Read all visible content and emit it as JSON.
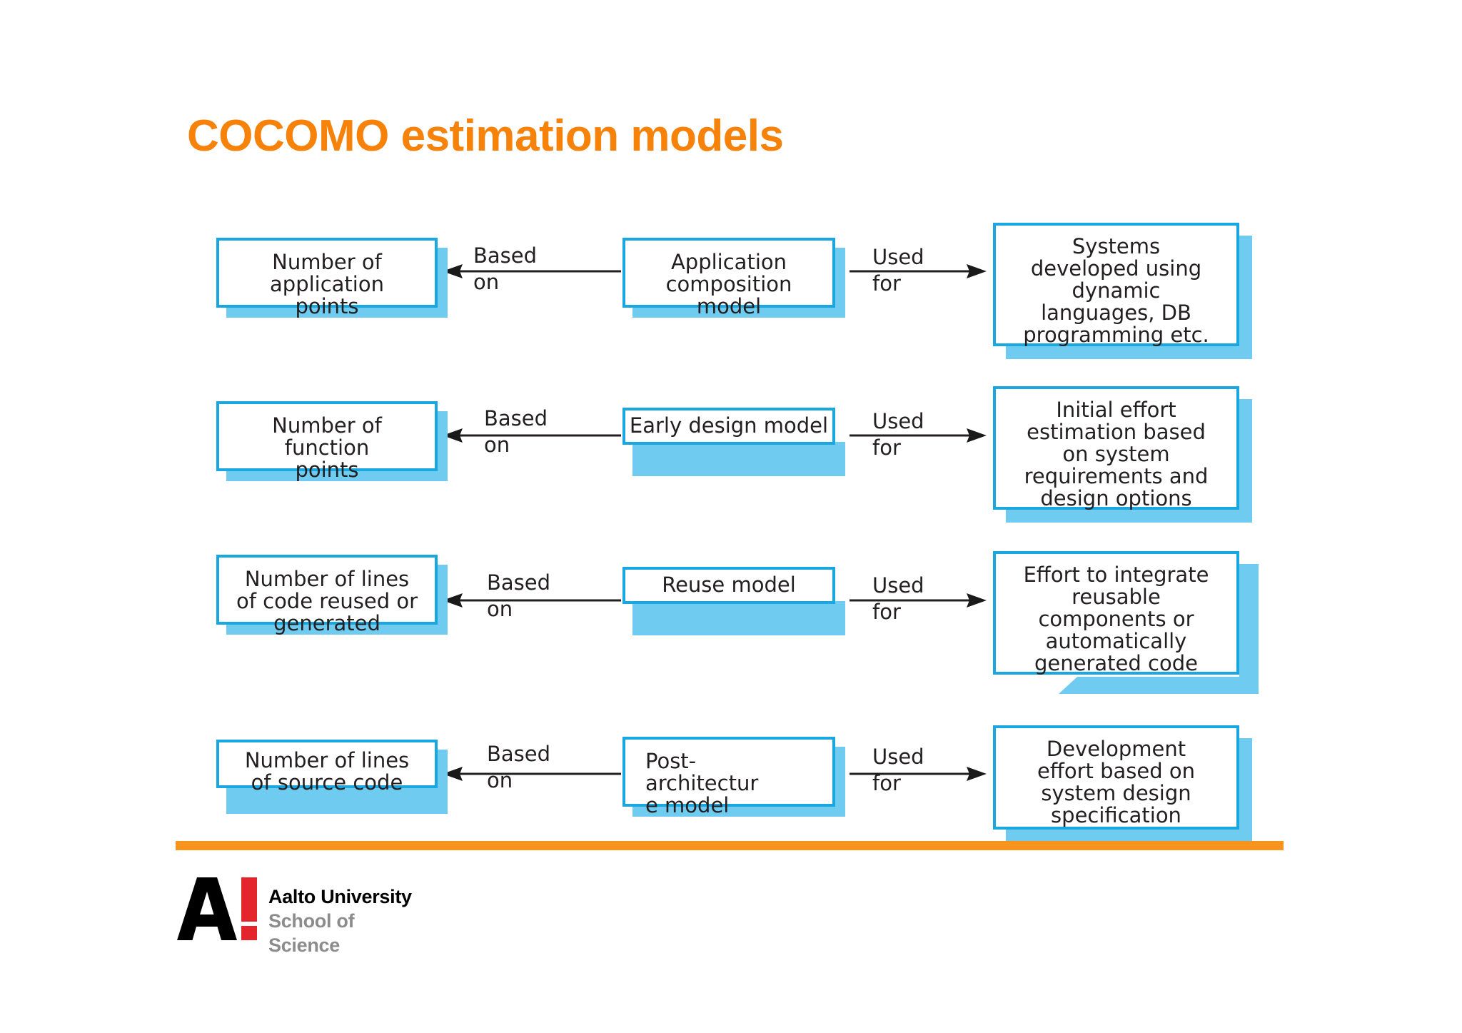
{
  "slide": {
    "title": "COCOMO estimation models",
    "background_color": "#FFFFFF",
    "title_color": "#F7820A",
    "accent_border_color": "#1AA7E0",
    "accent_shadow_color": "#6FCBEF",
    "footer_rule_color": "#F7941E",
    "text_color": "#231F20"
  },
  "rows": [
    {
      "left_box": "Number  of\napplication\npoints",
      "left_label": "Based\non",
      "middle_box": "Application\ncomposition\nmodel",
      "right_label": "Used\nfor",
      "right_box": "Systems\ndeveloped using\ndynamic\nlanguages, DB\nprogramming  etc."
    },
    {
      "left_box": "Number of\nfunction\npoints",
      "left_label": "Based\non",
      "middle_box": "Early design model",
      "right_label": "Used\nfor",
      "right_box": "Initial effort\nestimation based\non system\nrequirements and\ndesign options"
    },
    {
      "left_box": "Number of lines\nof code reused or\ngenerated",
      "left_label": "Based\non",
      "middle_box": "Reuse model",
      "right_label": "Used\nfor",
      "right_box": "Effort to integrate\nreusable\ncomponents or\nautomatically\ngenerated code"
    },
    {
      "left_box": "Number of lines\nof source code",
      "left_label": "Based\non",
      "middle_box": "Post-\narchitectur\ne model",
      "right_label": "Used\nfor",
      "right_box": "Development\neffort based on\nsystem design\nspecification"
    }
  ],
  "logo": {
    "mark_letter": "A",
    "mark_bang": "!",
    "organization": "Aalto University",
    "unit": "School of Science",
    "mark_color": "#000000",
    "bang_color": "#E4262C",
    "unit_color": "#8C8C8C"
  }
}
